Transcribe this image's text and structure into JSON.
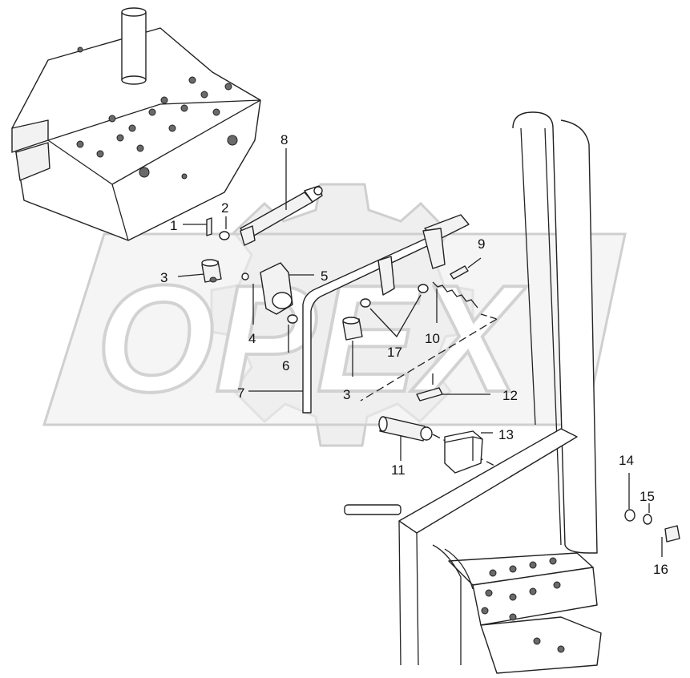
{
  "watermark": {
    "text": "OPEX",
    "color": "#dcdcdc"
  },
  "labels": {
    "l1": "1",
    "l2": "2",
    "l3a": "3",
    "l3b": "3",
    "l4": "4",
    "l5": "5",
    "l6": "6",
    "l7": "7",
    "l8": "8",
    "l9": "9",
    "l10": "10",
    "l11": "11",
    "l12": "12",
    "l13": "13",
    "l14": "14",
    "l15": "15",
    "l16": "16",
    "l17": "17"
  },
  "colors": {
    "line": "#222222",
    "part_fill": "#f2f2f2",
    "hole": "#6a6a6a"
  }
}
